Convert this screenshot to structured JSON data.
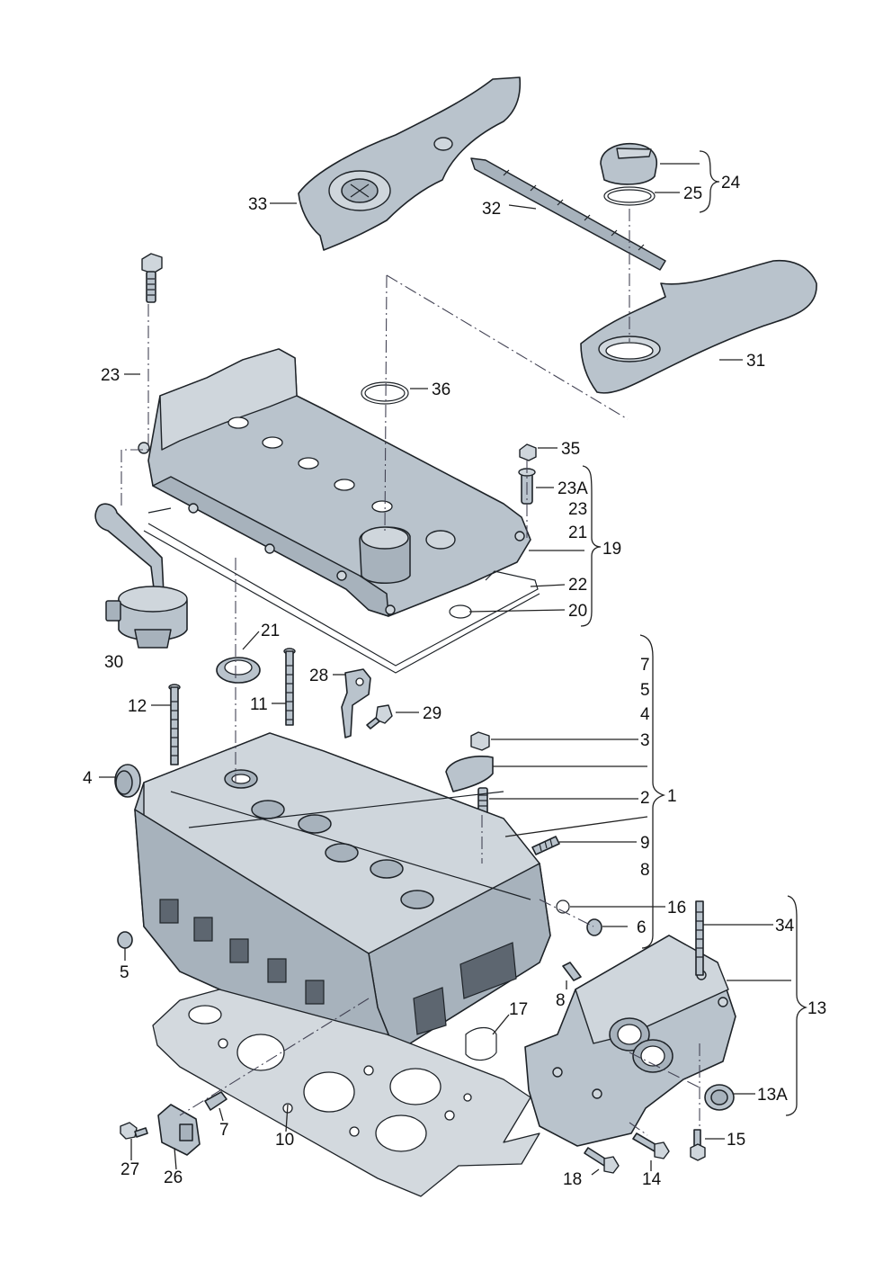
{
  "labels": {
    "l1": "1",
    "l2": "2",
    "l3": "3",
    "l4_right": "4",
    "l4_left": "4",
    "l5_right": "5",
    "l5_left": "5",
    "l6": "6",
    "l7_right": "7",
    "l7_bottom": "7",
    "l8_right": "8",
    "l8_bottom": "8",
    "l9": "9",
    "l10": "10",
    "l11": "11",
    "l12": "12",
    "l13": "13",
    "l13a": "13A",
    "l14": "14",
    "l15": "15",
    "l16": "16",
    "l17": "17",
    "l18": "18",
    "l19": "19",
    "l20": "20",
    "l21_top": "21",
    "l21_left": "21",
    "l22": "22",
    "l23_left": "23",
    "l23_right": "23",
    "l23a": "23A",
    "l24": "24",
    "l25": "25",
    "l26": "26",
    "l27": "27",
    "l28": "28",
    "l29": "29",
    "l30": "30",
    "l31": "31",
    "l32": "32",
    "l33": "33",
    "l34": "34",
    "l35": "35",
    "l36": "36"
  }
}
